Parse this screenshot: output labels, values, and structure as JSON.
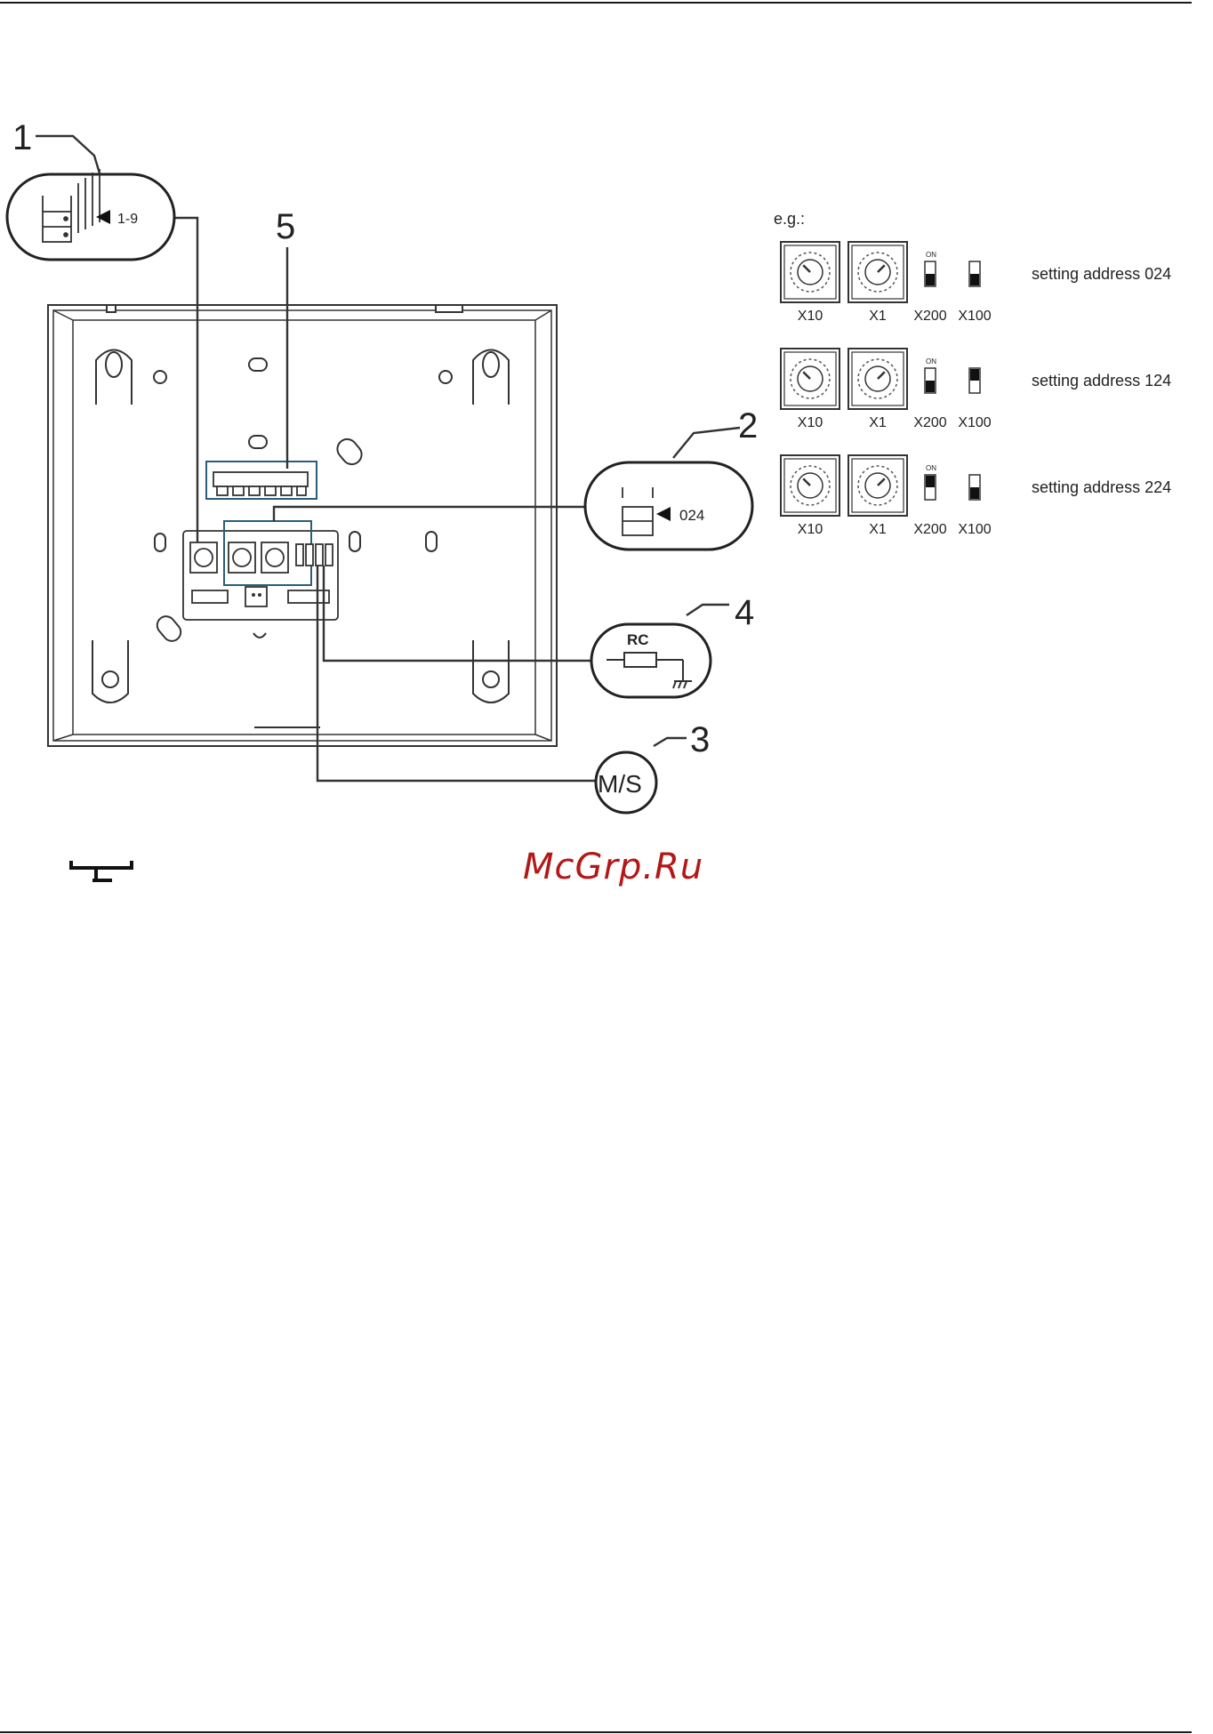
{
  "callouts": {
    "c1": "1",
    "c2": "2",
    "c3": "3",
    "c4": "4",
    "c5": "5",
    "range_label": "1-9",
    "address_label": "024",
    "rc_label": "RC",
    "ms_label": "M/S"
  },
  "examples": {
    "eg_label": "e.g.:",
    "switch_labels": {
      "x10": "X10",
      "x1": "X1",
      "x200": "X200",
      "x100": "X100"
    },
    "dip_on": "ON",
    "rows": [
      {
        "text": "setting address 024",
        "x200_on": false,
        "x100_on": false
      },
      {
        "text": "setting address 124",
        "x200_on": false,
        "x100_on": true
      },
      {
        "text": "setting address 224",
        "x200_on": true,
        "x100_on": false
      }
    ]
  },
  "watermark": "McGrp.Ru"
}
